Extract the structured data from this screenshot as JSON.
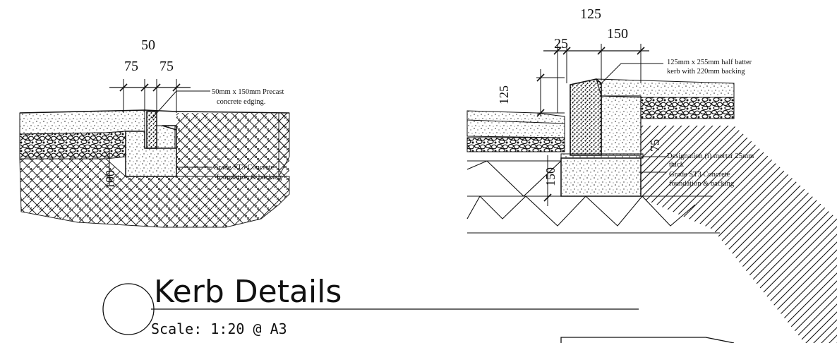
{
  "title_block": {
    "title": "Kerb Details",
    "scale": "Scale: 1:20 @ A3"
  },
  "left_detail": {
    "dim_overall": "50",
    "dim_left": "75",
    "dim_right": "75",
    "dim_vertical": "100",
    "note_edging_line1": "50mm x 150mm Precast",
    "note_edging_line2": "concrete edging.",
    "note_foundation_line1": "Grade ST3 Concrete",
    "note_foundation_line2": "foundation & backing"
  },
  "right_detail": {
    "dim_top": "125",
    "dim_150": "150",
    "dim_25": "25",
    "dim_125_vertical": "125",
    "dim_150_vertical": "150",
    "dim_side": "75",
    "note_kerb_line1": "125mm x 255mm half batter",
    "note_kerb_line2": "kerb with 220mm backing",
    "note_mortar_line1": "Designation (i) mortar 25mm",
    "note_mortar_line2": "thick",
    "note_foundation_line1": "Grade ST3 Concrete",
    "note_foundation_line2": "foundation & backing"
  }
}
